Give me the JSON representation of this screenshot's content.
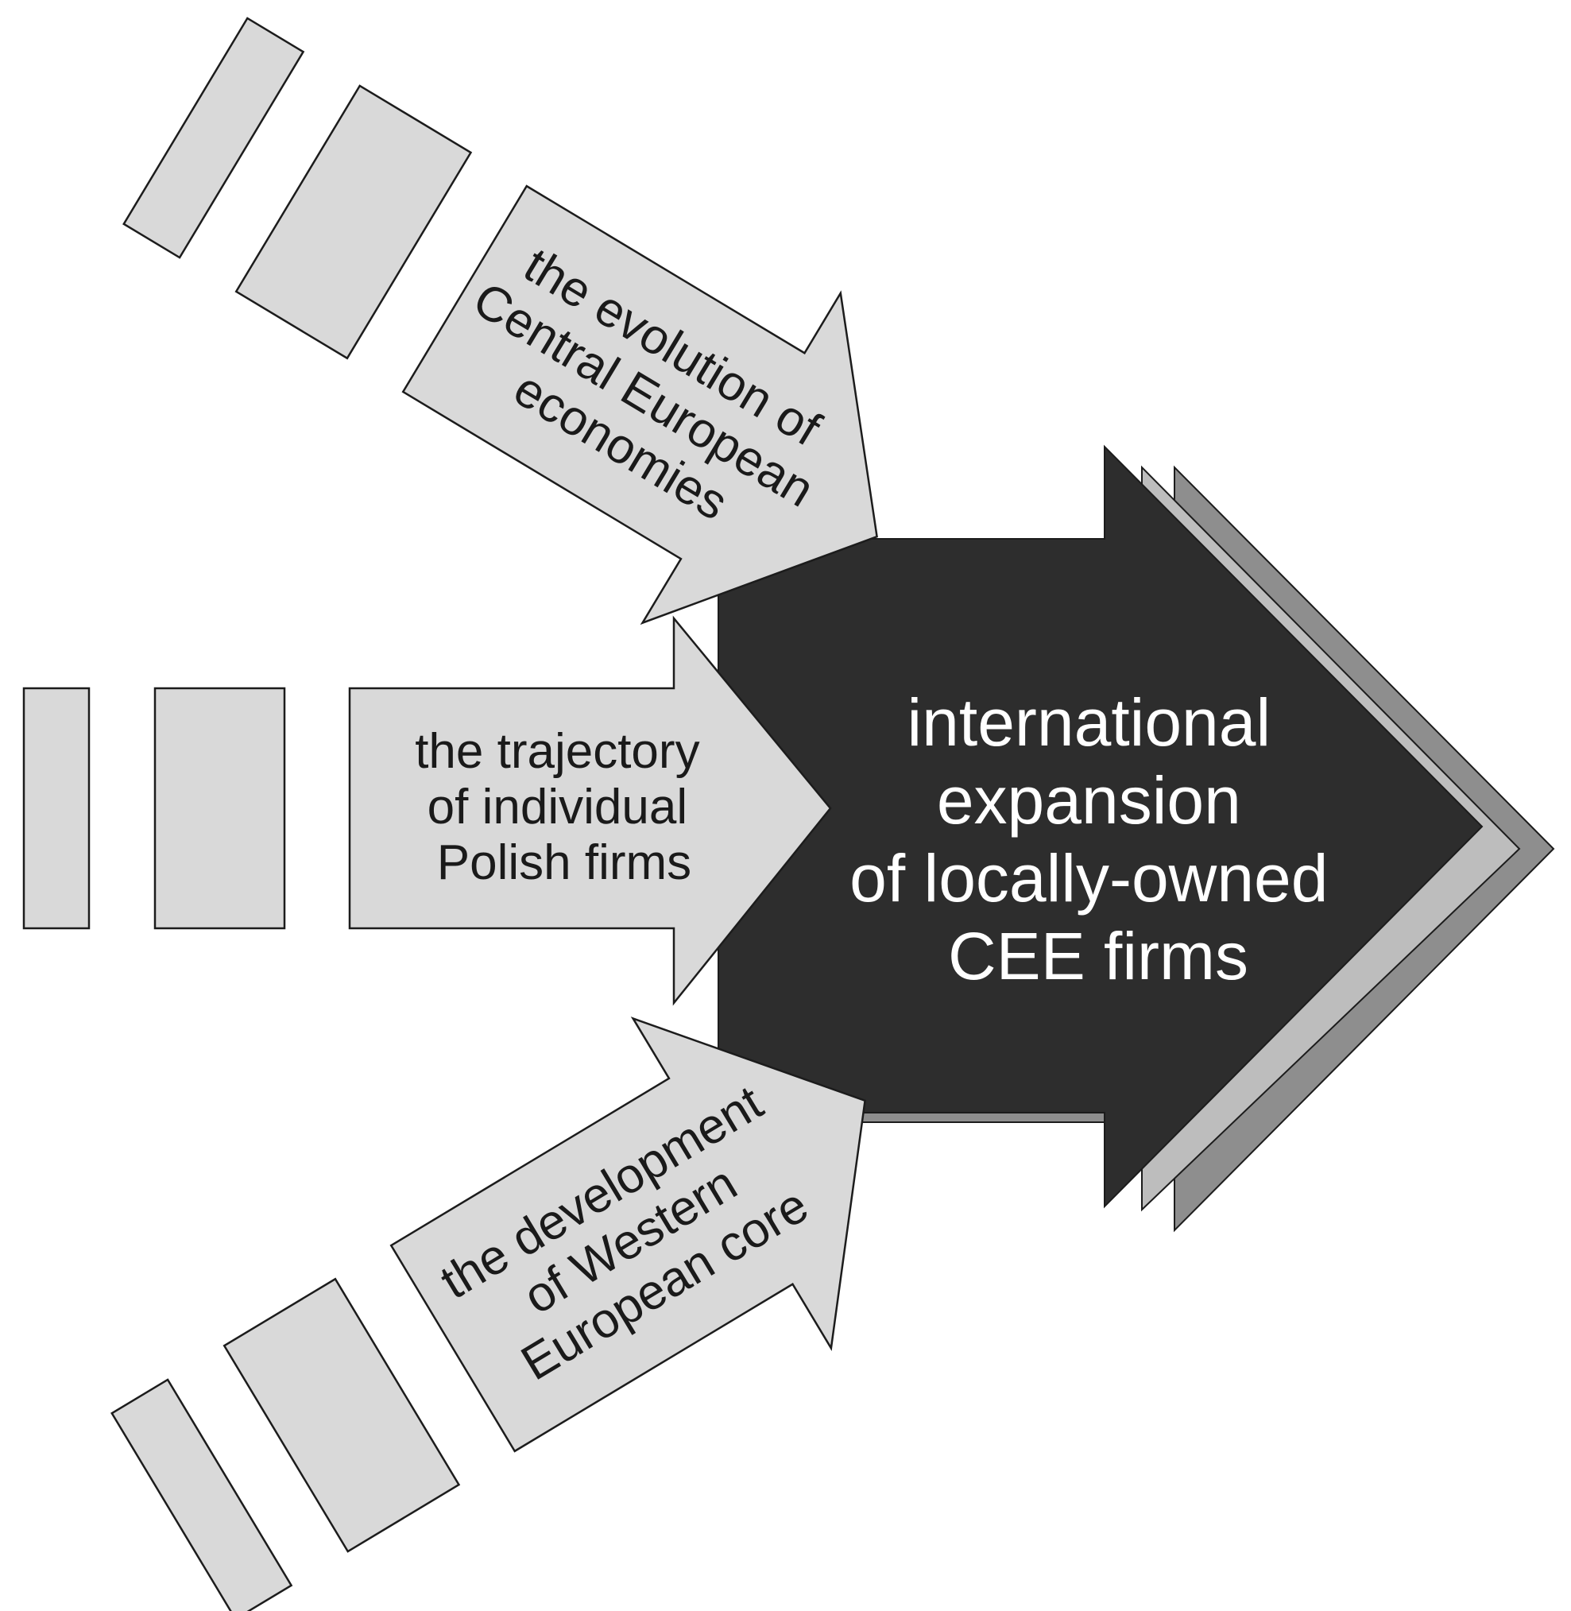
{
  "arrows": {
    "top": {
      "lines": [
        "the evolution of",
        "Central European",
        "economies"
      ]
    },
    "middle": {
      "lines": [
        "the trajectory",
        "of individual",
        "Polish firms"
      ]
    },
    "bottom": {
      "lines": [
        "the development",
        "of Western",
        "European core"
      ]
    }
  },
  "target": {
    "lines": [
      "international",
      "expansion",
      "of locally-owned",
      "CEE firms"
    ]
  },
  "colors": {
    "input_fill": "#d9d9d9",
    "input_stroke": "#1c1c1c",
    "target_fill": "#2d2d2d",
    "shadow_light": "#bdbdbd",
    "shadow_mid": "#8e8e8e",
    "target_text": "#ffffff"
  }
}
